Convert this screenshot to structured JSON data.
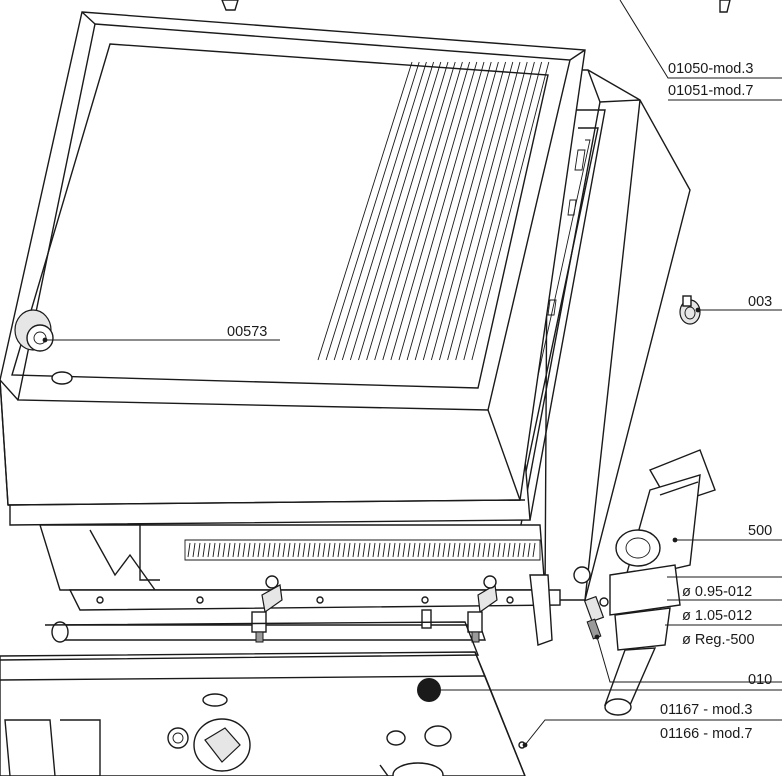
{
  "callouts": {
    "c1": "00573",
    "c2a": "01050-mod.3",
    "c2b": "01051-mod.7",
    "c3": "003",
    "c4": "500",
    "c5a": "ø 0.95-012",
    "c5b": "ø 1.05-012",
    "c5c": "ø Reg.-500",
    "c6": "010",
    "c7a": "01167 - mod.3",
    "c7b": "01166 - mod.7"
  }
}
